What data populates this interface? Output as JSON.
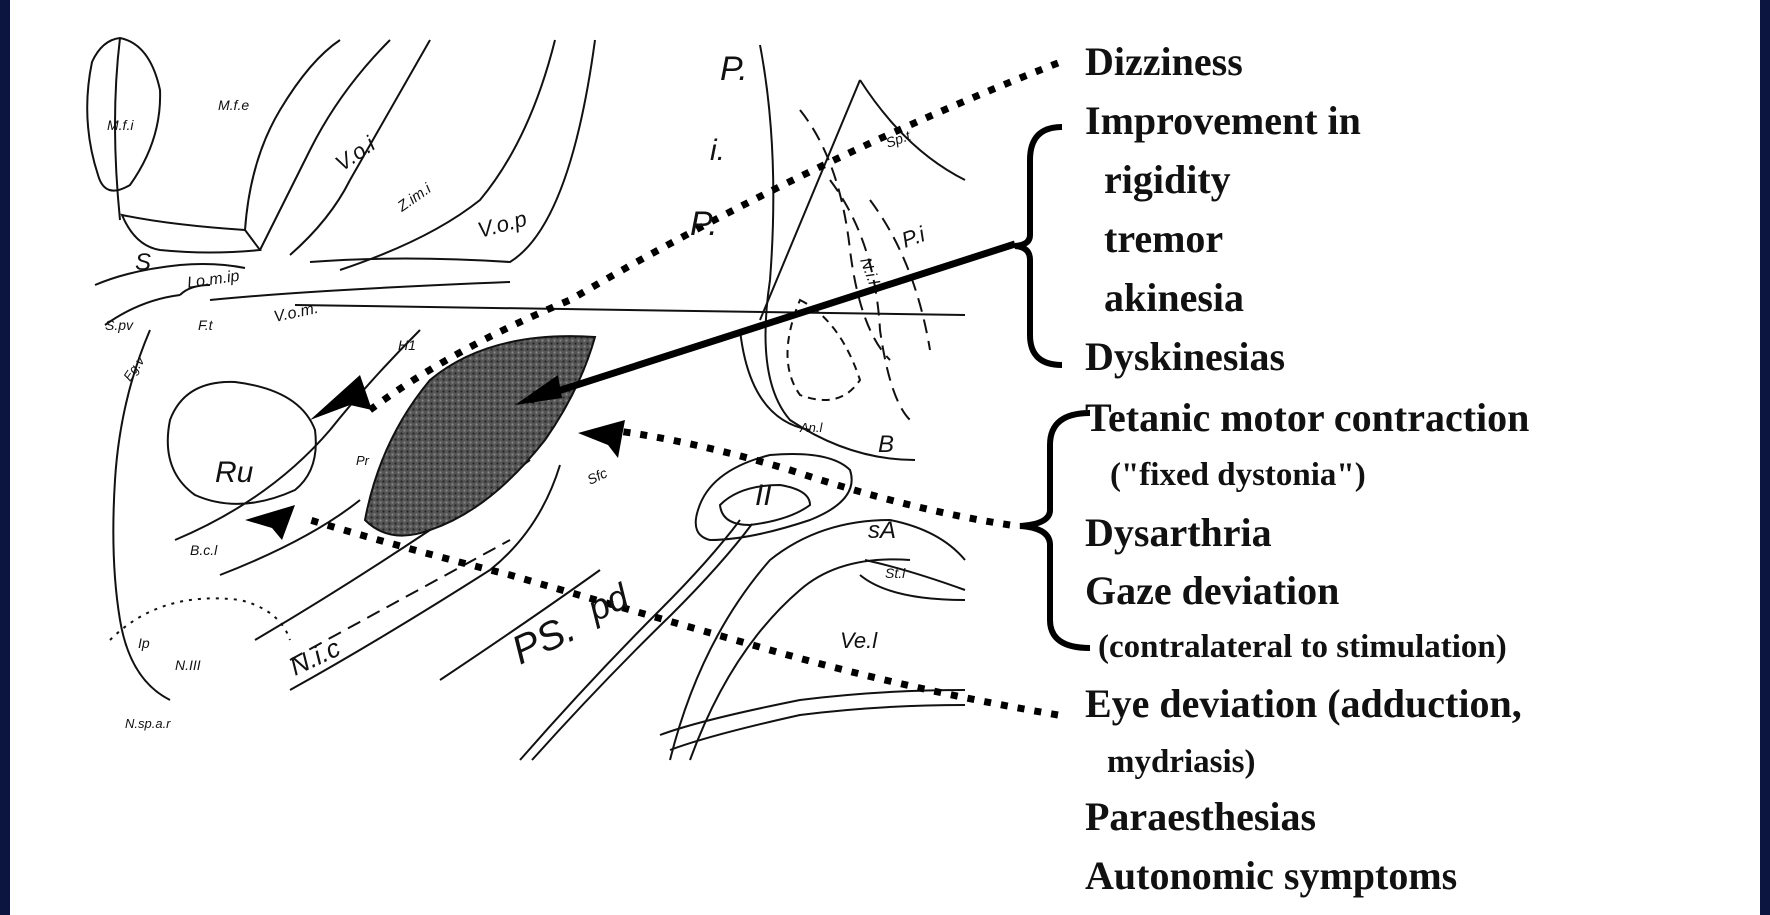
{
  "effects": {
    "dizziness": "Dizziness",
    "improvement": "Improvement in",
    "rigidity": "rigidity",
    "tremor": "tremor",
    "akinesia": "akinesia",
    "dyskinesias": "Dyskinesias",
    "tetanic": "Tetanic motor contraction",
    "fixed_dystonia": "(\"fixed dystonia\")",
    "dysarthria": "Dysarthria",
    "gaze": "Gaze deviation",
    "contralateral": "(contralateral to stimulation)",
    "eye": "Eye deviation (adduction,",
    "mydriasis": "mydriasis)",
    "paraesthesias": "Paraesthesias",
    "autonomic": "Autonomic symptoms"
  },
  "atlas_labels": {
    "p_upper": "P.",
    "i": "i.",
    "p_mid": "P.",
    "mfi": "M.f.i",
    "mfe": "M.f.e",
    "voi": "V.o.i",
    "zim": "Z.im.i",
    "vop": "V.o.p",
    "s": "S",
    "loomip": "Lo.m.ip",
    "vom": "V.o.m.",
    "spv": "S.pv",
    "ft": "F.t",
    "h1": "H1",
    "egv": "Eg.v",
    "ru": "Ru",
    "pr": "Pr",
    "ocl": "B.c.l",
    "ip": "Ip",
    "nxiii": "N.III",
    "nic": "N.i.c",
    "nspar": "N.sp.a.r",
    "ps": "PS.",
    "pd": "pd",
    "vel": "Ve.l",
    "pi": "P.i",
    "spt": "Sp.t",
    "nil": "N.i.l",
    "anl": "An.l",
    "b": "B",
    "ii": "II",
    "sa": "sA",
    "stl": "St.l",
    "sfc": "Sfc"
  },
  "colors": {
    "background": "#0b1540",
    "panel": "#ffffff",
    "ink": "#111111",
    "hatch": "#3a3a3a"
  }
}
